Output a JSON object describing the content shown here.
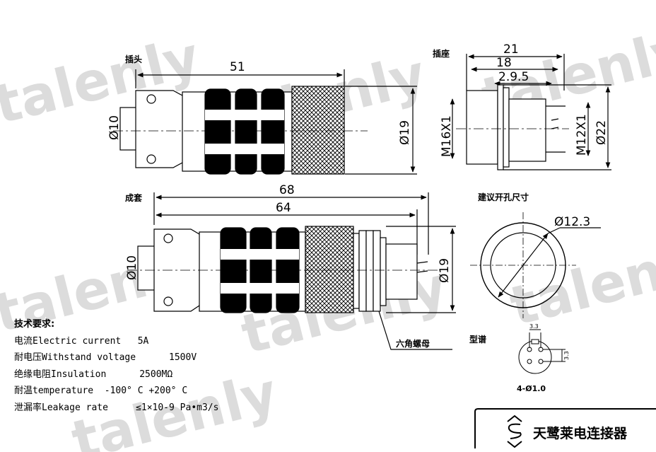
{
  "watermark": "talenly",
  "views": {
    "plug": {
      "label": "插头",
      "length": "51",
      "diameter_cable": "Ø10",
      "diameter_body": "Ø19"
    },
    "socket": {
      "label": "插座",
      "dim_total": "21",
      "dim_body": "18",
      "dim_small": "2.9.5",
      "thread_outer": "M16X1",
      "thread_inner": "M12X1",
      "diameter": "Ø22"
    },
    "assembly": {
      "label": "成套",
      "length_total": "68",
      "length_inner": "64",
      "diameter_cable": "Ø10",
      "diameter_body": "Ø19",
      "nut_label": "六角螺母"
    },
    "hole": {
      "label": "建议开孔尺寸",
      "diameter": "Ø12.3"
    },
    "pinout": {
      "label": "型谱",
      "dim_top": "3.3",
      "dim_side": "3.3",
      "pin_spec": "4-Ø1.0"
    }
  },
  "specs": {
    "title": "技术要求:",
    "rows": [
      "电流Electric current   5A",
      "耐电压Withstand voltage      1500V",
      "绝缘电阻Insulation      2500MΩ",
      "耐温temperature  -100° C +200° C",
      "泄漏率Leakage rate     ≤1×10-9 Pa•m3/s"
    ]
  },
  "brand": {
    "name": "天鹭莱电连接器",
    "logo_icon": "s-logo-icon"
  }
}
